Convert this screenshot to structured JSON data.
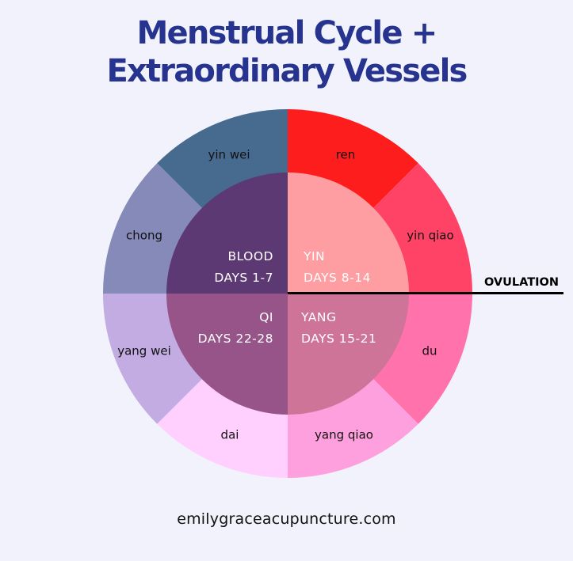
{
  "title": {
    "line1": "Menstrual Cycle +",
    "line2": "Extraordinary Vessels"
  },
  "outer_segments": [
    {
      "label": "ren",
      "color": "#fe1d1d"
    },
    {
      "label": "yin qiao",
      "color": "#fe4366"
    },
    {
      "label": "du",
      "color": "#ff72ac"
    },
    {
      "label": "yang qiao",
      "color": "#ffa0de"
    },
    {
      "label": "dai",
      "color": "#ffd0fd"
    },
    {
      "label": "yang wei",
      "color": "#c2ace1"
    },
    {
      "label": "chong",
      "color": "#868ab8"
    },
    {
      "label": "yin wei",
      "color": "#476a8f"
    }
  ],
  "inner_quadrants": [
    {
      "name": "YIN",
      "days": "DAYS 8-14",
      "color": "#ff9ea2"
    },
    {
      "name": "YANG",
      "days": "DAYS 15-21",
      "color": "#cf7499"
    },
    {
      "name": "QI",
      "days": "DAYS 22-28",
      "color": "#965488"
    },
    {
      "name": "BLOOD",
      "days": "DAYS 1-7",
      "color": "#5d3974"
    }
  ],
  "ovulation_label": "OVULATION",
  "footer": "emilygraceacupuncture.com"
}
